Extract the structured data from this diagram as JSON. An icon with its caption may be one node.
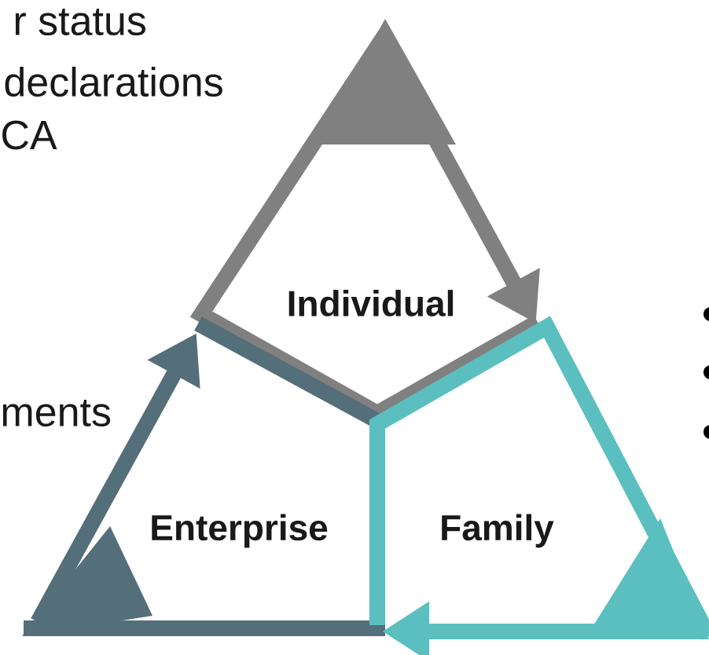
{
  "diagram": {
    "nodes": [
      {
        "text": [
          "Individual"
        ]
      },
      {
        "text": [
          "Enterprise"
        ]
      },
      {
        "text": [
          "Family"
        ]
      }
    ],
    "edges": [
      {
        "from": 0,
        "to": 2,
        "arrow": "to",
        "color": "#808080"
      },
      {
        "from": 2,
        "to": 1,
        "arrow": "to",
        "color": "#5bbfc0"
      },
      {
        "from": 1,
        "to": 0,
        "arrow": "to",
        "color": "#546e7a"
      }
    ],
    "labels": [
      "r status",
      "declarations",
      "CA",
      "ments"
    ]
  }
}
